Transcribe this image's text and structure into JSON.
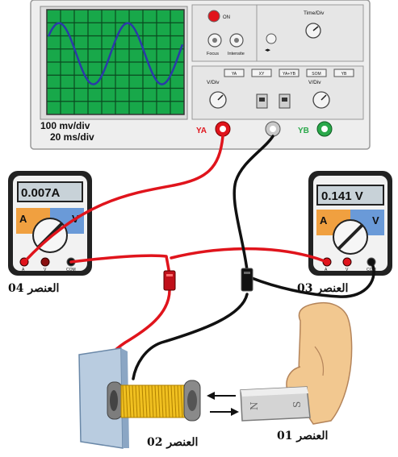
{
  "oscilloscope": {
    "power_label": "ON",
    "focus_label": "Focus",
    "intensity_label": "Intensite",
    "time_div_label": "Time/Div",
    "channel_buttons": [
      "YA",
      "XY",
      "YA+YB",
      "SOM",
      "YB"
    ],
    "vdiv_left_label": "V/Div",
    "vdiv_right_label": "V/Div",
    "scale_volts": "100 mv/div",
    "scale_time": "20 ms/div",
    "input_a_label": "YA",
    "input_b_label": "YB"
  },
  "ammeter": {
    "reading": "0.007A",
    "unit_a": "A",
    "unit_v": "V",
    "terminal_left": "A",
    "terminal_mid": "V",
    "terminal_com": "COM"
  },
  "voltmeter": {
    "reading": "0.141 V",
    "unit_a": "A",
    "unit_v": "V",
    "terminal_left": "A",
    "terminal_mid": "V",
    "terminal_com": "COM"
  },
  "labels": {
    "element_01": "العنصر 01",
    "element_02": "العنصر 02",
    "element_03": "العنصر 03",
    "element_04": "العنصر 04"
  },
  "magnet": {
    "pole_n": "N",
    "pole_s": "S"
  },
  "colors": {
    "screen": "#18a84a",
    "wire_red": "#e0141c",
    "wire_black": "#111111",
    "meter_frame": "#222222",
    "coil": "#f0c020"
  }
}
